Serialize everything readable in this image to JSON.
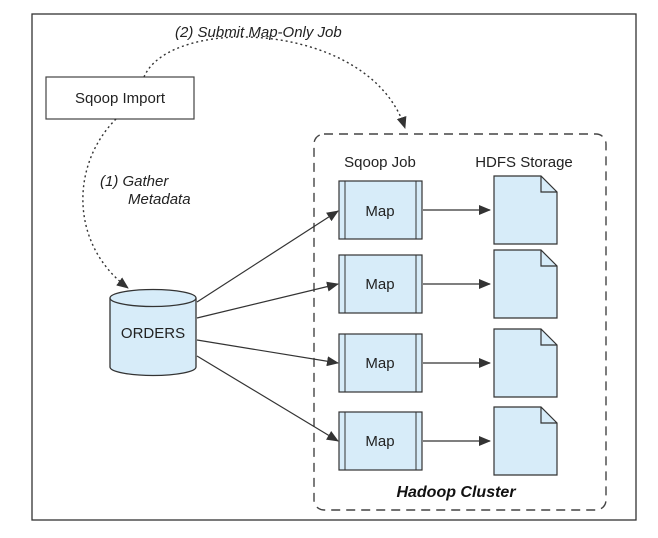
{
  "diagram": {
    "submit_label": "(2) Submit Map-Only Job",
    "gather_label_line1": "(1) Gather",
    "gather_label_line2": "Metadata",
    "sqoop_import_label": "Sqoop Import",
    "database_label": "ORDERS",
    "sqoop_job_header": "Sqoop Job",
    "hdfs_storage_header": "HDFS Storage",
    "cluster_label": "Hadoop Cluster",
    "map_tasks": [
      {
        "label": "Map"
      },
      {
        "label": "Map"
      },
      {
        "label": "Map"
      },
      {
        "label": "Map"
      }
    ],
    "colors": {
      "shape_fill": "#d7ecf9",
      "stroke": "#333333",
      "background": "#ffffff"
    }
  }
}
